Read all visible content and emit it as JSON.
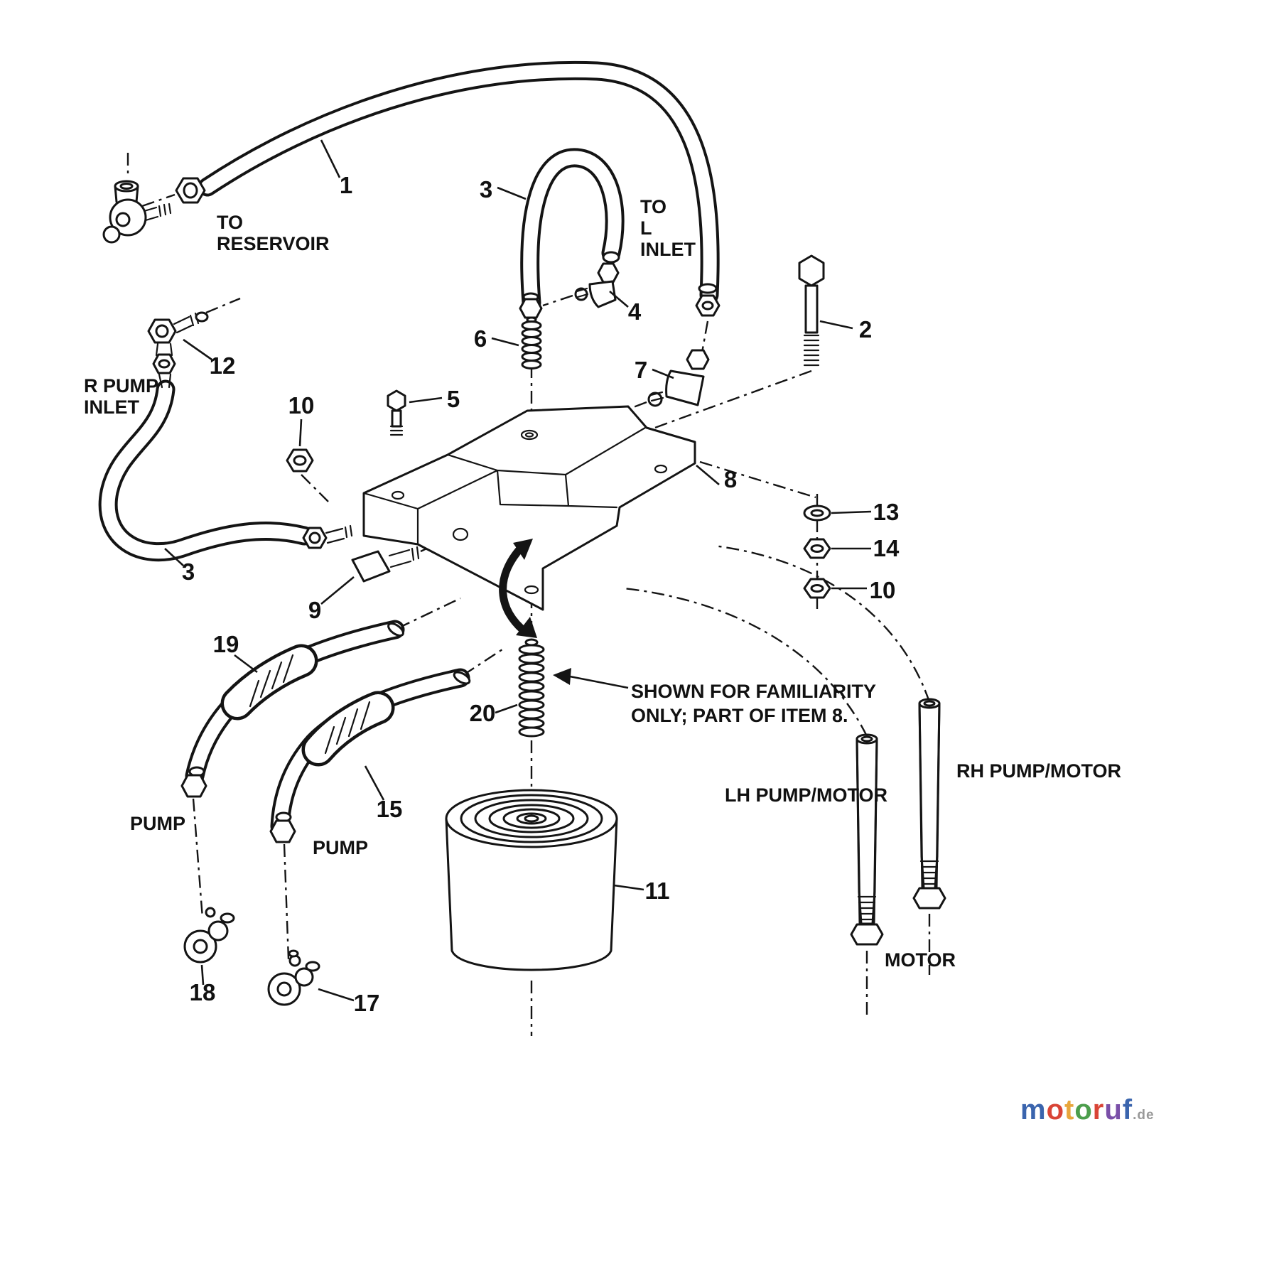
{
  "diagram": {
    "title": "Hydraulic filter and hose assembly - exploded parts diagram",
    "background_color": "#ffffff",
    "line_color": "#141414"
  },
  "callouts": [
    "1",
    "3",
    "4",
    "2",
    "6",
    "7",
    "12",
    "10",
    "5",
    "8",
    "13",
    "14",
    "10",
    "3",
    "9",
    "19",
    "15",
    "20",
    "11",
    "18",
    "17"
  ],
  "labels": [
    "TO",
    "RESERVOIR",
    "TO",
    "L",
    "INLET",
    "R PUMP",
    "INLET",
    "PUMP",
    "PUMP",
    "SHOWN FOR FAMILIARITY",
    "ONLY; PART OF ITEM 8.",
    "LH PUMP/MOTOR",
    "RH PUMP/MOTOR",
    "MOTOR"
  ],
  "watermark": {
    "letters": [
      {
        "ch": "m",
        "color": "#3a64ad"
      },
      {
        "ch": "o",
        "color": "#d94436"
      },
      {
        "ch": "t",
        "color": "#e8a63c"
      },
      {
        "ch": "o",
        "color": "#4c9e4c"
      },
      {
        "ch": "r",
        "color": "#d94436"
      },
      {
        "ch": "u",
        "color": "#7a4fa8"
      },
      {
        "ch": "f",
        "color": "#3a64ad"
      }
    ],
    "suffix": ".de",
    "suffix_color": "#999999"
  }
}
